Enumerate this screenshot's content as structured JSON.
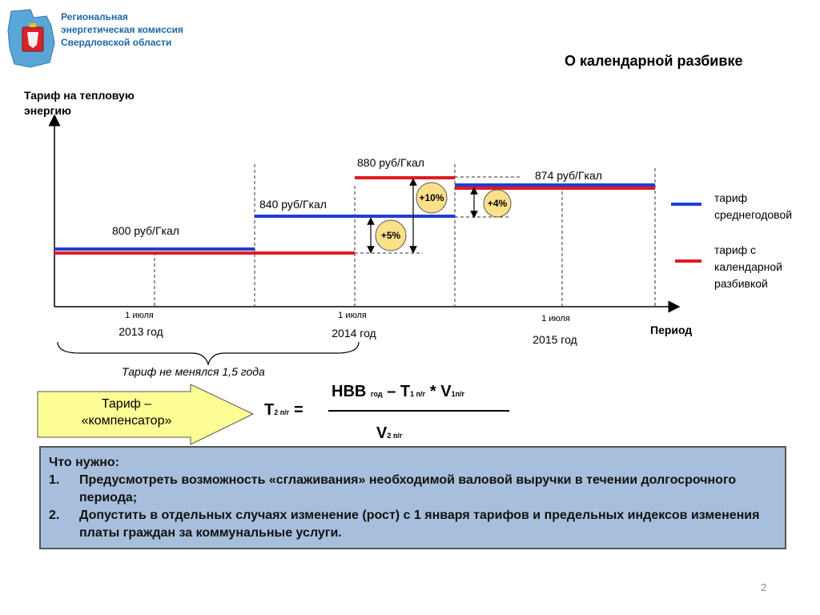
{
  "header": {
    "org_lines": [
      "Региональная",
      "энергетическая комиссия",
      "Свердловской области"
    ],
    "title": "О календарной разбивке"
  },
  "chart": {
    "y_label_lines": [
      "Тариф на тепловую",
      "энергию"
    ],
    "x_label": "Период",
    "prices": {
      "p2013": "800 руб/Гкал",
      "p2014a": "840 руб/Гкал",
      "p2014b": "880 руб/Гкал",
      "p2015": "874 руб/Гкал"
    },
    "dates": [
      "1 июля",
      "1 июля",
      "1 июля"
    ],
    "years": [
      "2013 год",
      "2014 год",
      "2015 год"
    ],
    "badges": {
      "five": "+5%",
      "ten": "+10%",
      "four": "+4%"
    },
    "legend": {
      "blue_lines": [
        "тариф",
        "среднегодовой"
      ],
      "red_lines": [
        "тариф с",
        "календарной",
        "разбивкой"
      ],
      "blue_color": "#1f3fd0",
      "red_color": "#e01b24"
    },
    "brace_text": "Тариф не менялся 1,5 года"
  },
  "formula": {
    "arrow_lines": [
      "Тариф –",
      "«компенсатор»"
    ],
    "lhs_main": "Т",
    "lhs_sub": "2 п/г",
    "equals": "=",
    "num_nvv": "НВВ",
    "num_sub_god": "год",
    "num_dash": "–",
    "num_t": "Т",
    "num_sub_1": "1 п/г",
    "num_mul": "*",
    "num_v": "V",
    "num_sub_1b": "1п/г",
    "den_v": "V",
    "den_sub": "2 п/г"
  },
  "needs": {
    "heading": "Что нужно:",
    "items": [
      {
        "num": "1.",
        "text": "Предусмотреть возможность «сглаживания» необходимой валовой выручки в течении долгосрочного периода;"
      },
      {
        "num": "2.",
        "text": "Допустить в отдельных случаях изменение (рост) с 1 января тарифов и предельных индексов изменения платы граждан за коммунальные услуги."
      }
    ]
  },
  "page_number": "2"
}
